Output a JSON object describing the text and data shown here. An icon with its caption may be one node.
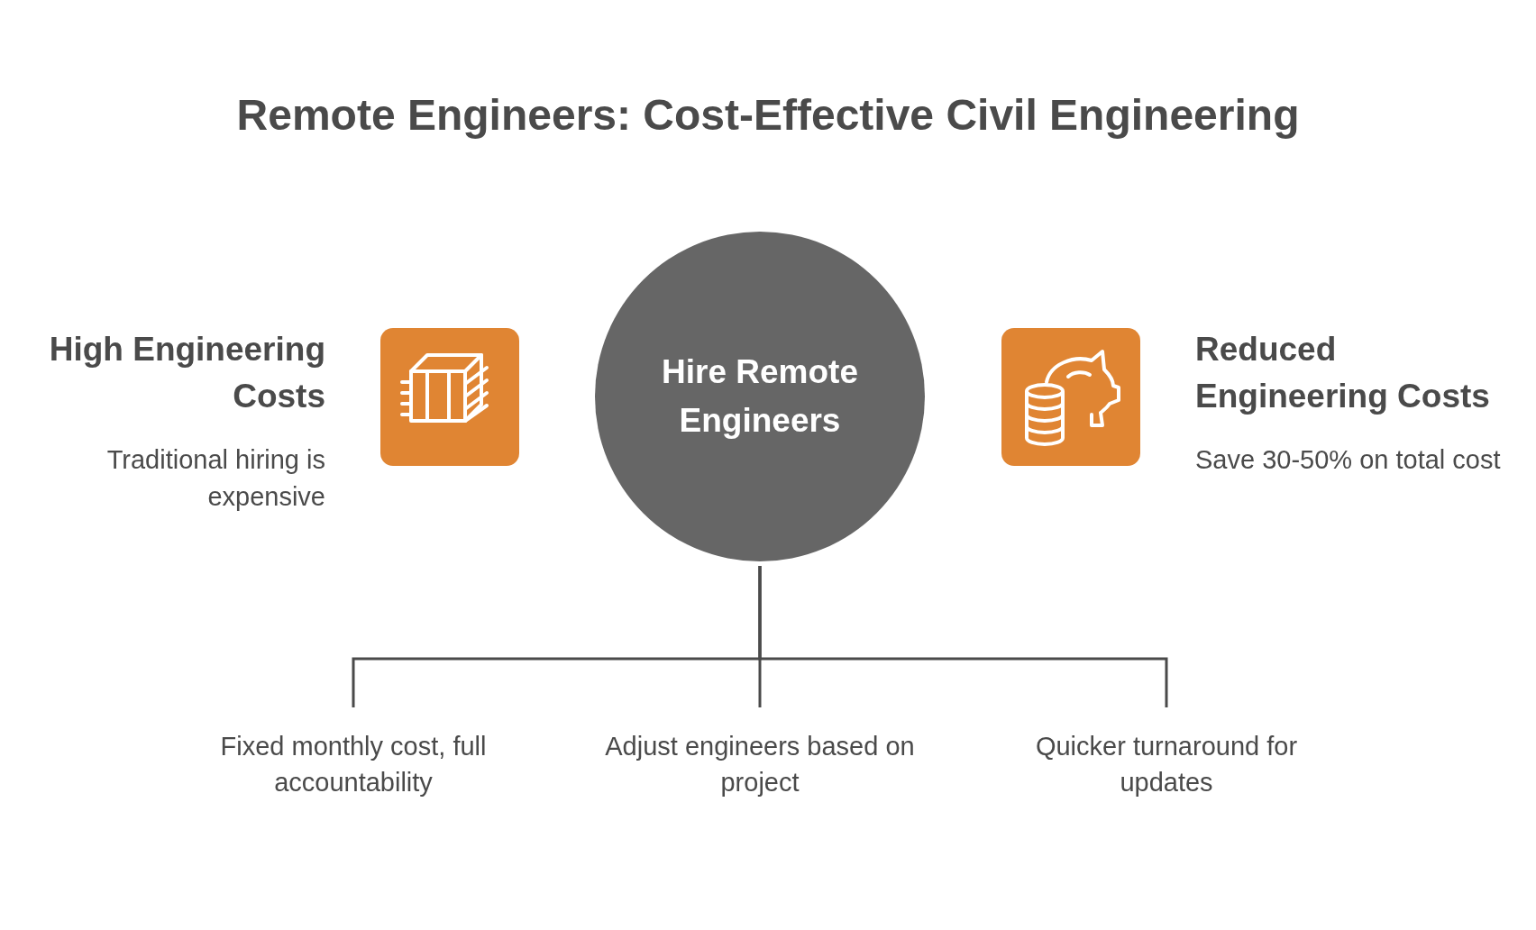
{
  "diagram": {
    "title": "Remote Engineers: Cost-Effective Civil Engineering",
    "nodes": [
      {
        "text": [
          "Hire Remote Engineers"
        ]
      },
      {
        "text": [
          "Fixed monthly cost, full accountability"
        ]
      },
      {
        "text": [
          "Adjust engineers based on project"
        ]
      },
      {
        "text": [
          "Quicker turnaround for updates"
        ]
      }
    ],
    "edges": [
      {
        "from": 0,
        "to": 1,
        "arrow": "none"
      },
      {
        "from": 0,
        "to": 2,
        "arrow": "none"
      },
      {
        "from": 0,
        "to": 3,
        "arrow": "none"
      }
    ],
    "labels": [
      "High Engineering Costs",
      "Traditional hiring is expensive",
      "Reduced Engineering Costs",
      "Save 30-50% on total cost"
    ]
  }
}
